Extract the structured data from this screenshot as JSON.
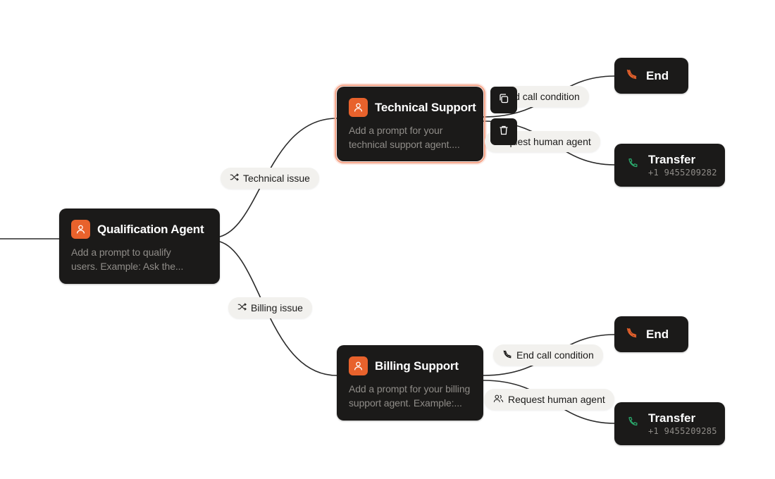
{
  "agents": {
    "qualification": {
      "title": "Qualification Agent",
      "desc_line1": "Add a prompt to qualify",
      "desc_line2": "users. Example: Ask the..."
    },
    "technical": {
      "title": "Technical Support",
      "desc_line1": "Add a prompt for your",
      "desc_line2": "technical support agent...."
    },
    "billing": {
      "title": "Billing Support",
      "desc_line1": "Add a prompt for your billing",
      "desc_line2": "support agent. Example:..."
    }
  },
  "conditions": {
    "technical_issue": "Technical issue",
    "billing_issue": "Billing issue",
    "end_call_top": "End call condition",
    "request_human_top": "Request human agent",
    "end_call_bottom": "End call condition",
    "request_human_bottom": "Request human agent"
  },
  "endpoints": {
    "end_top": "End",
    "transfer_top": {
      "label": "Transfer",
      "phone": "+1 9455209282"
    },
    "end_bottom": "End",
    "transfer_bottom": {
      "label": "Transfer",
      "phone": "+1 9455209285"
    }
  },
  "icons": {
    "agent": "user-icon",
    "branch": "shuffle-icon",
    "end": "phone-off-icon",
    "transfer": "phone-icon",
    "request_human": "users-icon",
    "duplicate": "copy-icon",
    "delete": "trash-icon"
  },
  "colors": {
    "node_bg": "#1b1a19",
    "accent": "#e8622c",
    "selection": "#f4a58a",
    "end_icon": "#e8622c",
    "transfer_icon": "#2aa66a",
    "pill_bg": "#f2f1ee"
  }
}
